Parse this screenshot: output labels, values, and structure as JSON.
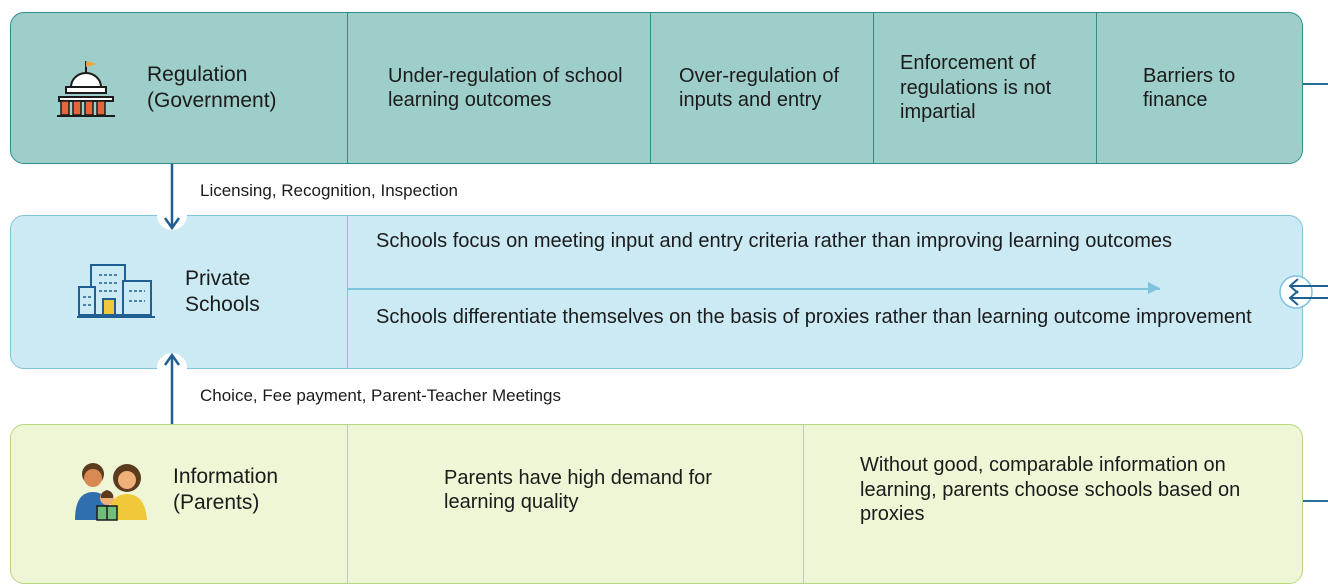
{
  "regulation": {
    "title": "Regulation",
    "subtitle": "(Government)",
    "issues": [
      "Under-regulation of school learning outcomes",
      "Over-regulation of inputs and entry",
      "Enforcement of regulations is not impartial",
      "Barriers to finance"
    ]
  },
  "schools": {
    "title_line1": "Private",
    "title_line2": "Schools",
    "issues": [
      "Schools focus on meeting input and entry criteria rather than improving learning outcomes",
      "Schools differentiate themselves on the basis of proxies rather than learning outcome improvement"
    ]
  },
  "parents": {
    "title": "Information",
    "subtitle": "(Parents)",
    "issues": [
      "Parents have high demand for learning quality",
      "Without good, comparable information on learning, parents choose schools based on proxies"
    ]
  },
  "connectors": {
    "gov_to_schools": "Licensing, Recognition, Inspection",
    "parents_to_schools": "Choice, Fee payment, Parent-Teacher Meetings"
  },
  "colors": {
    "regulation_fill": "#9ecec9",
    "schools_fill": "#cbeaf4",
    "parents_fill": "#eef6d6",
    "arrow": "#1f5f93"
  }
}
